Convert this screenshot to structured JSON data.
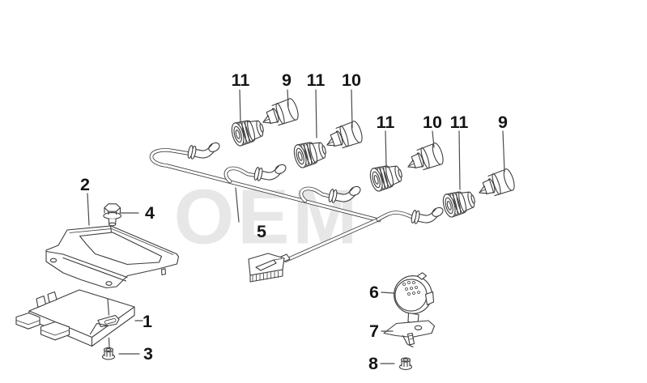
{
  "diagram": {
    "watermark": "OEM",
    "callouts": {
      "top_row": [
        "11",
        "9",
        "11",
        "10"
      ],
      "right_row": [
        "11",
        "10",
        "11",
        "9"
      ],
      "module_area": {
        "bracket": "2",
        "bolt": "4",
        "module": "1",
        "nut": "3"
      },
      "harness": "5",
      "buzzer_area": {
        "buzzer": "6",
        "bracket": "7",
        "nut": "8"
      }
    },
    "colors": {
      "background": "#ffffff",
      "line": "#3d3d3d",
      "label": "#161616",
      "leader": "#4b4b4b",
      "watermark": "#e7e7e7"
    }
  }
}
